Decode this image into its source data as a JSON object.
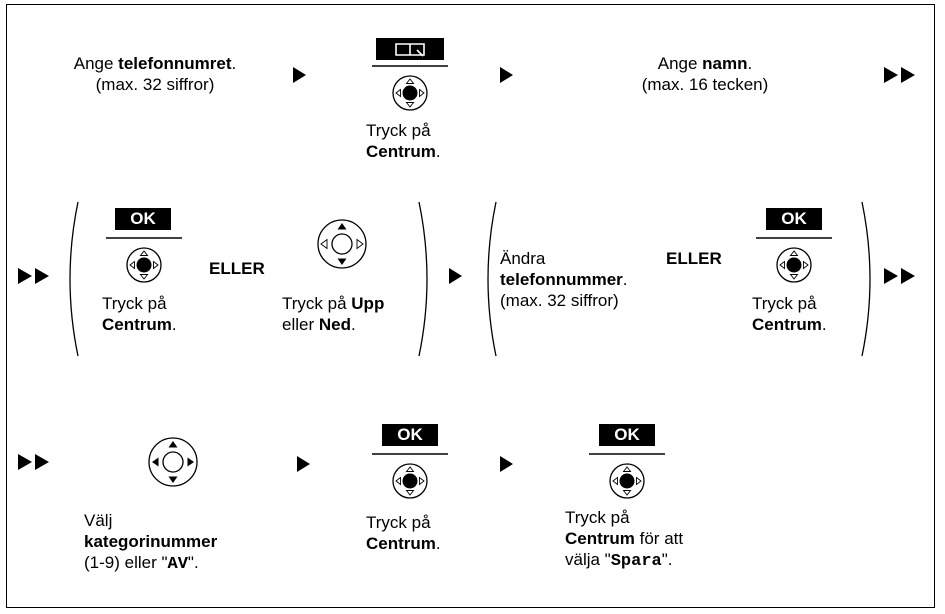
{
  "row1": {
    "step1": {
      "pre": "Ange ",
      "bold": "telefonnumret",
      "post": ".",
      "line2": "(max. 32 siffror)"
    },
    "step2": {
      "line1": "Tryck på",
      "bold": "Centrum",
      "post": "."
    },
    "step3": {
      "pre": "Ange ",
      "bold": "namn",
      "post": ".",
      "line2": "(max. 16 tecken)"
    }
  },
  "row2": {
    "opt_a": {
      "line1": "Tryck på",
      "bold": "Centrum",
      "post": ".",
      "key": "OK"
    },
    "or1": "ELLER",
    "opt_b": {
      "pre": "Tryck på ",
      "bold1": "Upp",
      "mid": "eller ",
      "bold2": "Ned",
      "post": "."
    },
    "edit": {
      "line1": "Ändra",
      "bold": "telefonnummer",
      "post": ".",
      "line3": "(max. 32 siffror)"
    },
    "or2": "ELLER",
    "opt_c": {
      "line1": "Tryck på",
      "bold": "Centrum",
      "post": ".",
      "key": "OK"
    }
  },
  "row3": {
    "step1": {
      "line1": "Välj",
      "bold": "kategorinummer",
      "pre3": "(1-9) eller \"",
      "code": "AV",
      "post3": "\"."
    },
    "step2": {
      "line1": "Tryck på",
      "bold": "Centrum",
      "post": ".",
      "key": "OK"
    },
    "step3": {
      "line1": "Tryck på",
      "bold": "Centrum",
      "mid": " för att",
      "pre3": "välja \"",
      "code": "Spara",
      "post3": "\".",
      "key": "OK"
    }
  }
}
